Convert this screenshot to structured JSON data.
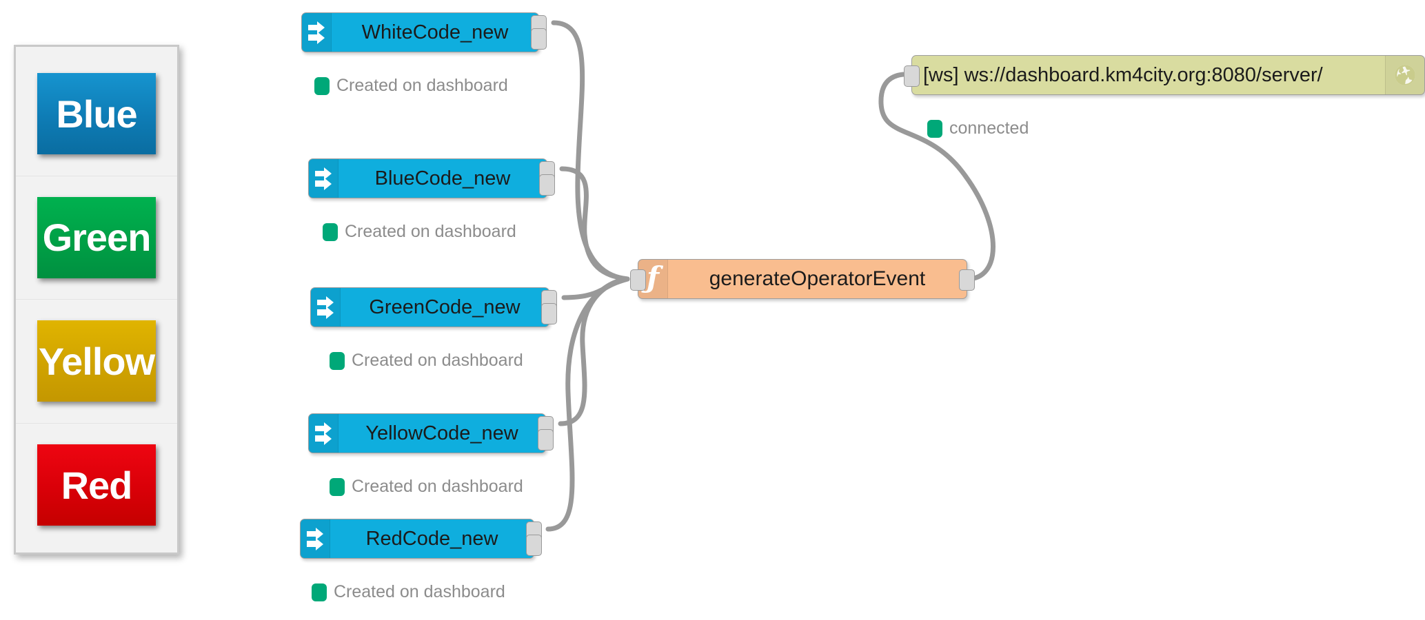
{
  "app": {
    "name": "Node-RED flow editor",
    "canvas_background": "#ffffff"
  },
  "button_panel": {
    "name": "color-button-panel",
    "buttons": [
      {
        "label": "Blue",
        "color": "#0e7cb5",
        "text_color": "#ffffff"
      },
      {
        "label": "Green",
        "color": "#00a046",
        "text_color": "#ffffff"
      },
      {
        "label": "Yellow",
        "color": "#d0a300",
        "text_color": "#ffffff"
      },
      {
        "label": "Red",
        "color": "#d90008",
        "text_color": "#ffffff"
      }
    ]
  },
  "flow": {
    "colors": {
      "inject_node": "#0faede",
      "function_node": "#f9bd8f",
      "websocket_node": "#d9dca0",
      "status_dot": "#00a878",
      "wire": "#999999",
      "port": "#d8d8d8"
    },
    "inject_nodes": [
      {
        "label": "WhiteCode_new",
        "icon": "inject-arrow-icon",
        "status": "Created on dashboard",
        "status_color": "#00a878"
      },
      {
        "label": "BlueCode_new",
        "icon": "inject-arrow-icon",
        "status": "Created on dashboard",
        "status_color": "#00a878"
      },
      {
        "label": "GreenCode_new",
        "icon": "inject-arrow-icon",
        "status": "Created on dashboard",
        "status_color": "#00a878"
      },
      {
        "label": "YellowCode_new",
        "icon": "inject-arrow-icon",
        "status": "Created on dashboard",
        "status_color": "#00a878"
      },
      {
        "label": "RedCode_new",
        "icon": "inject-arrow-icon",
        "status": "Created on dashboard",
        "status_color": "#00a878"
      }
    ],
    "function_node": {
      "label": "generateOperatorEvent",
      "icon": "function-f-icon"
    },
    "websocket_node": {
      "label": "[ws] ws://dashboard.km4city.org:8080/server/",
      "icon": "globe-icon",
      "status": "connected",
      "status_color": "#00a878"
    }
  }
}
